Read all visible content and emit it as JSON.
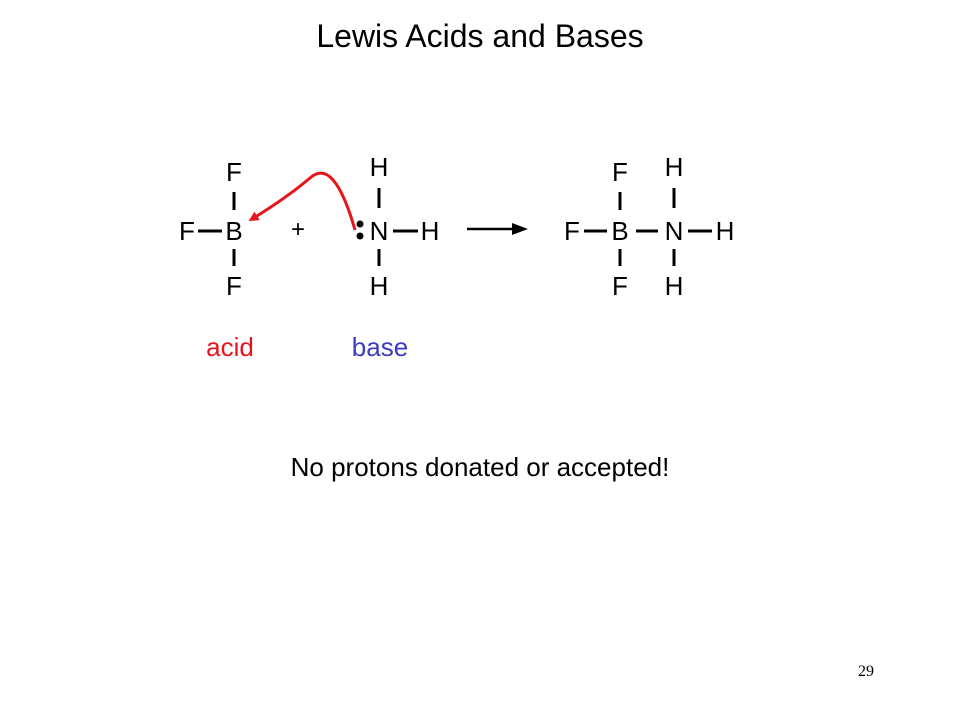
{
  "slide": {
    "title": "Lewis Acids and Bases",
    "caption": "No protons donated or accepted!",
    "page_number": "29"
  },
  "reactants": {
    "bf3": {
      "center": "B",
      "top": "F",
      "left": "F",
      "bottom": "F"
    },
    "plus": "+",
    "nh3": {
      "center": "N",
      "top": "H",
      "right": "H",
      "bottom": "H"
    }
  },
  "product": {
    "boron": "B",
    "boron_top": "F",
    "boron_left": "F",
    "boron_bottom": "F",
    "nitrogen": "N",
    "nitrogen_top": "H",
    "nitrogen_right": "H",
    "nitrogen_bottom": "H"
  },
  "labels": {
    "acid": "acid",
    "base": "base"
  },
  "colors": {
    "acid": "#e8141c",
    "base": "#3c3cbe",
    "electron_arrow": "#e8141c",
    "bond": "#000000"
  }
}
